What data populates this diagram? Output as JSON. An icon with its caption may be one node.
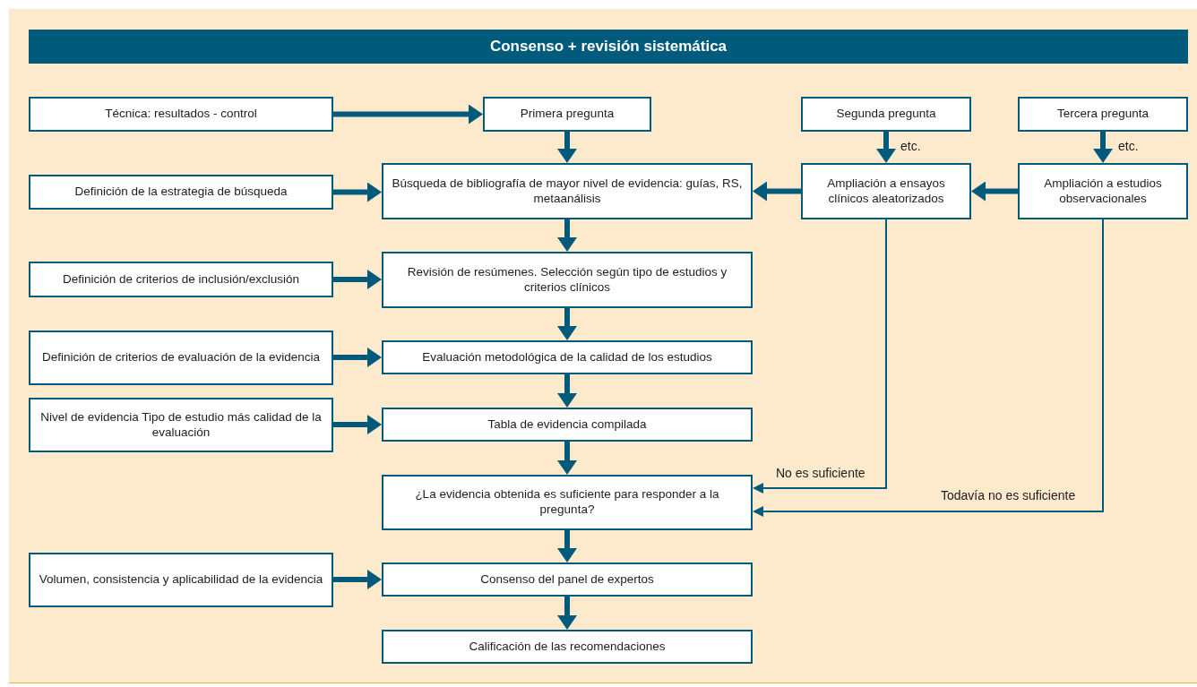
{
  "diagram": {
    "title": "Consenso + revisión sistemática",
    "nodes": [
      {
        "text": [
          "Técnica: resultados - control"
        ]
      },
      {
        "text": [
          "Primera pregunta"
        ]
      },
      {
        "text": [
          "Segunda pregunta"
        ]
      },
      {
        "text": [
          "Tercera pregunta"
        ]
      },
      {
        "text": [
          "Definición de la estrategia de búsqueda"
        ]
      },
      {
        "text": [
          "Búsqueda de bibliografía de mayor nivel de evidencia: guías, RS, metaanálisis"
        ]
      },
      {
        "text": [
          "Ampliación a ensayos clínicos aleatorizados"
        ]
      },
      {
        "text": [
          "Ampliación a estudios observacionales"
        ]
      },
      {
        "text": [
          "Definición de criterios de inclusión/exclusión"
        ]
      },
      {
        "text": [
          "Revisión de resúmenes. Selección según tipo de estudios y criterios clínicos"
        ]
      },
      {
        "text": [
          "Definición de criterios de evaluación de la evidencia"
        ]
      },
      {
        "text": [
          "Evaluación metodológica de la calidad de los estudios"
        ]
      },
      {
        "text": [
          "Nivel de evidencia Tipo de estudio más calidad de la evaluación"
        ]
      },
      {
        "text": [
          "Tabla de evidencia compilada"
        ]
      },
      {
        "text": [
          "¿La evidencia obtenida es suficiente para responder a la pregunta?"
        ]
      },
      {
        "text": [
          "Volumen, consistencia y aplicabilidad de la evidencia"
        ]
      },
      {
        "text": [
          "Consenso del panel de expertos"
        ]
      },
      {
        "text": [
          "Calificación de las recomendaciones"
        ]
      }
    ],
    "edges": [
      {
        "from": 0,
        "to": 1,
        "arrow": "to"
      },
      {
        "from": 1,
        "to": 5,
        "arrow": "to"
      },
      {
        "from": 2,
        "to": 6,
        "arrow": "to",
        "label": "etc."
      },
      {
        "from": 3,
        "to": 7,
        "arrow": "to",
        "label": "etc."
      },
      {
        "from": 4,
        "to": 5,
        "arrow": "to"
      },
      {
        "from": 6,
        "to": 5,
        "arrow": "to"
      },
      {
        "from": 7,
        "to": 6,
        "arrow": "to"
      },
      {
        "from": 5,
        "to": 9,
        "arrow": "to"
      },
      {
        "from": 8,
        "to": 9,
        "arrow": "to"
      },
      {
        "from": 9,
        "to": 11,
        "arrow": "to"
      },
      {
        "from": 10,
        "to": 11,
        "arrow": "to"
      },
      {
        "from": 11,
        "to": 13,
        "arrow": "to"
      },
      {
        "from": 12,
        "to": 13,
        "arrow": "to"
      },
      {
        "from": 13,
        "to": 14,
        "arrow": "to"
      },
      {
        "from": 6,
        "to": 14,
        "arrow": "to",
        "label": "No es suficiente"
      },
      {
        "from": 7,
        "to": 14,
        "arrow": "to",
        "label": "Todavía no es suficiente"
      },
      {
        "from": 14,
        "to": 16,
        "arrow": "to"
      },
      {
        "from": 15,
        "to": 16,
        "arrow": "to"
      },
      {
        "from": 16,
        "to": 17,
        "arrow": "to"
      }
    ]
  }
}
